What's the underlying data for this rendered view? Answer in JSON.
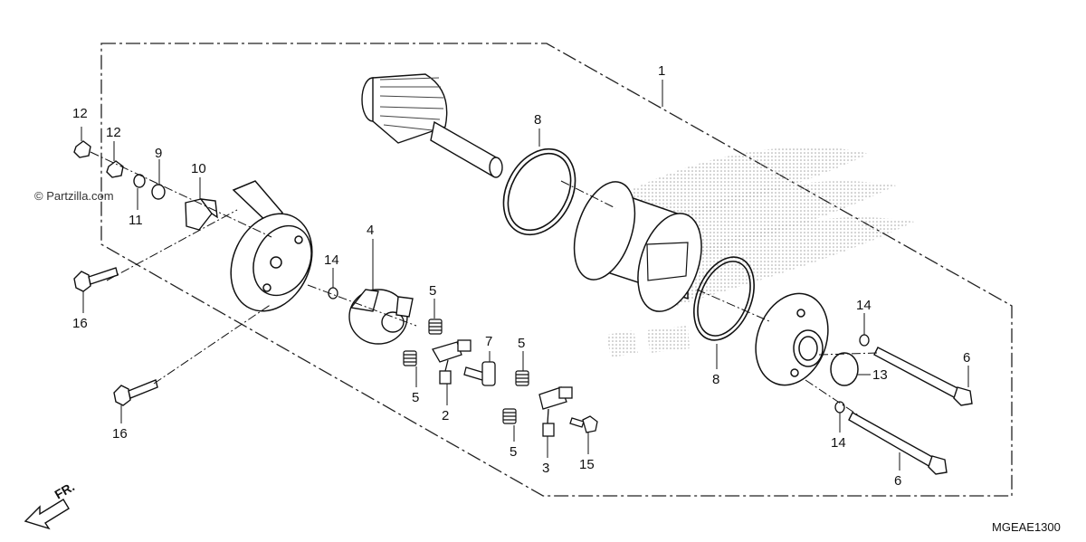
{
  "watermark": "© Partzilla.com",
  "diagram_code": "MGEAE1300",
  "front_label": "FR.",
  "callouts": {
    "c1": "1",
    "c2": "2",
    "c3": "3",
    "c4": "4",
    "c5a": "5",
    "c5b": "5",
    "c5c": "5",
    "c5d": "5",
    "c6a": "6",
    "c6b": "6",
    "c7": "7",
    "c8a": "8",
    "c8b": "8",
    "c9": "9",
    "c10": "10",
    "c11": "11",
    "c12a": "12",
    "c12b": "12",
    "c13": "13",
    "c14a": "14",
    "c14b": "14",
    "c14c": "14",
    "c15": "15",
    "c16a": "16",
    "c16b": "16"
  }
}
